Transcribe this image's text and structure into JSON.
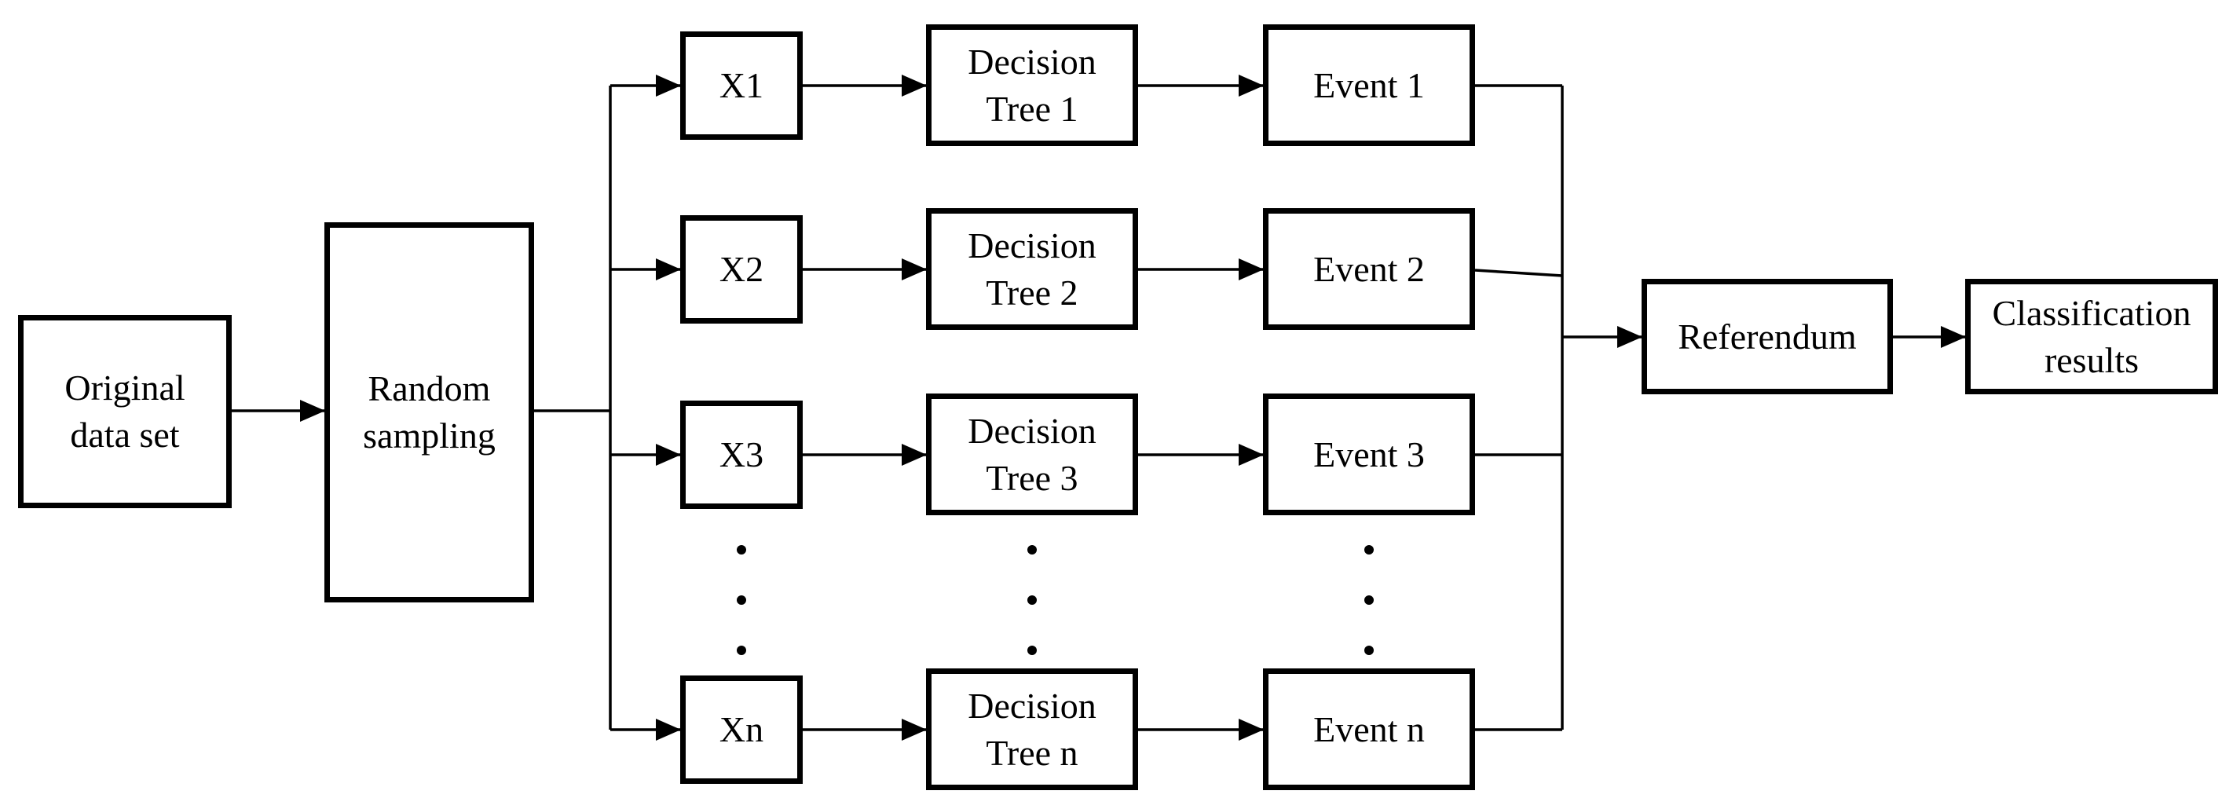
{
  "diagram": {
    "nodes": {
      "original": {
        "label": "Original\ndata set"
      },
      "random_sampling": {
        "label": "Random\nsampling"
      },
      "referendum": {
        "label": "Referendum"
      },
      "classification": {
        "label": "Classification\nresults"
      }
    },
    "rows": [
      {
        "sample": "X1",
        "tree": "Decision\nTree 1",
        "event": "Event 1"
      },
      {
        "sample": "X2",
        "tree": "Decision\nTree 2",
        "event": "Event 2"
      },
      {
        "sample": "X3",
        "tree": "Decision\nTree 3",
        "event": "Event 3"
      },
      {
        "sample": "Xn",
        "tree": "Decision\nTree n",
        "event": "Event n"
      }
    ],
    "colors": {
      "line": "#000000",
      "text": "#000000",
      "background": "#ffffff"
    }
  }
}
